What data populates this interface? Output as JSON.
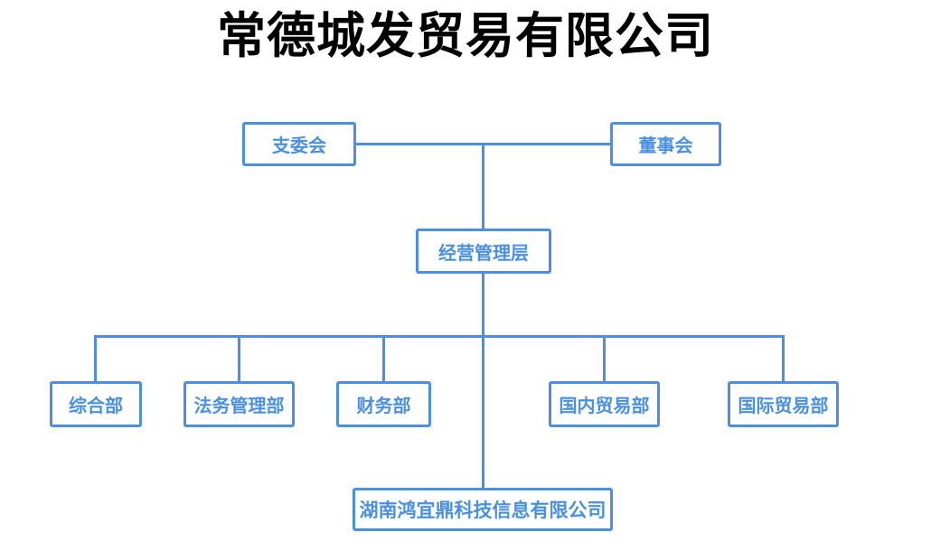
{
  "page": {
    "title": "常德城发贸易有限公司",
    "background": "#ffffff"
  },
  "colors": {
    "accent": "#4a90e2",
    "title_text": "#000000",
    "node_background": "#ffffff"
  },
  "nodes": {
    "party_committee": {
      "label": "支委会",
      "level": "top"
    },
    "board": {
      "label": "董事会",
      "level": "top"
    },
    "management": {
      "label": "经营管理层",
      "level": "middle"
    },
    "general_dept": {
      "label": "综合部",
      "level": "department"
    },
    "legal_dept": {
      "label": "法务管理部",
      "level": "department"
    },
    "finance_dept": {
      "label": "财务部",
      "level": "department"
    },
    "domestic_trade_dept": {
      "label": "国内贸易部",
      "level": "department"
    },
    "international_trade_dept": {
      "label": "国际贸易部",
      "level": "department"
    },
    "subsidiary": {
      "label": "湖南鸿宜鼎科技信息有限公司",
      "level": "subsidiary"
    }
  }
}
